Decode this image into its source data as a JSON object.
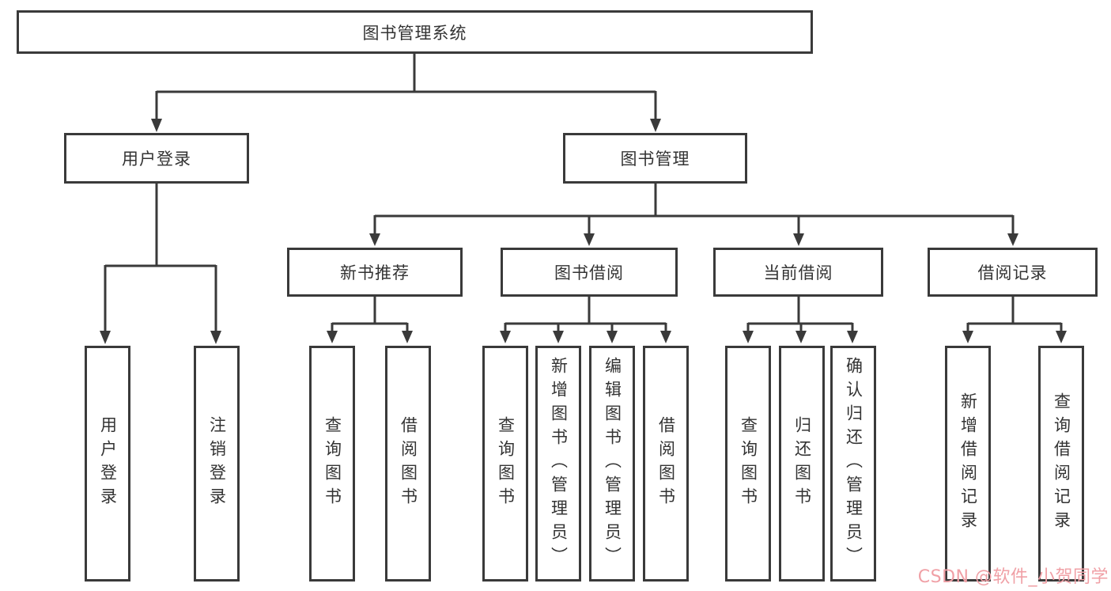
{
  "diagram": {
    "root": {
      "label": "图书管理系统"
    },
    "branches": [
      {
        "label": "用户登录",
        "children": [
          {
            "label": "用户登录"
          },
          {
            "label": "注销登录"
          }
        ]
      },
      {
        "label": "图书管理",
        "children": [
          {
            "label": "新书推荐",
            "children": [
              {
                "label": "查询图书"
              },
              {
                "label": "借阅图书"
              }
            ]
          },
          {
            "label": "图书借阅",
            "children": [
              {
                "label": "查询图书"
              },
              {
                "label": "新增图书（管理员）"
              },
              {
                "label": "编辑图书（管理员）"
              },
              {
                "label": "借阅图书"
              }
            ]
          },
          {
            "label": "当前借阅",
            "children": [
              {
                "label": "查询图书"
              },
              {
                "label": "归还图书"
              },
              {
                "label": "确认归还（管理员）"
              }
            ]
          },
          {
            "label": "借阅记录",
            "children": [
              {
                "label": "新增借阅记录"
              },
              {
                "label": "查询借阅记录"
              }
            ]
          }
        ]
      }
    ]
  },
  "watermark": {
    "text": "CSDN @软件_小贺同学",
    "color": "#f0a0a6"
  },
  "colors": {
    "line": "#3a3a3a",
    "box_border": "#3a3a3a",
    "text": "#333333",
    "background": "#ffffff"
  }
}
